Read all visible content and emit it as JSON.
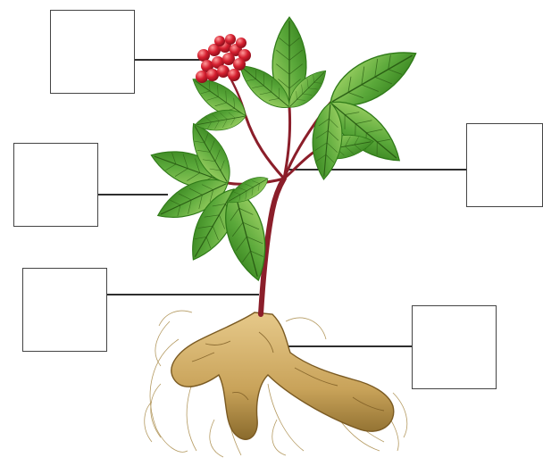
{
  "diagram": {
    "subject": "ginseng plant",
    "parts": [
      {
        "id": "fruit",
        "label": ""
      },
      {
        "id": "leaf",
        "label": ""
      },
      {
        "id": "stem",
        "label": ""
      },
      {
        "id": "petiole",
        "label": ""
      },
      {
        "id": "root",
        "label": ""
      }
    ]
  },
  "colors": {
    "leaf_dark": "#2f7a18",
    "leaf_mid": "#5aa83a",
    "leaf_light": "#a9d86b",
    "vein": "#2a5e14",
    "stem": "#8b1e2a",
    "berry": "#d51f2f",
    "berry_highlight": "#ff8a8a",
    "root_dark": "#8a6a2c",
    "root_light": "#d9b86a",
    "leader_line": "#111111",
    "box_border": "#444444"
  }
}
